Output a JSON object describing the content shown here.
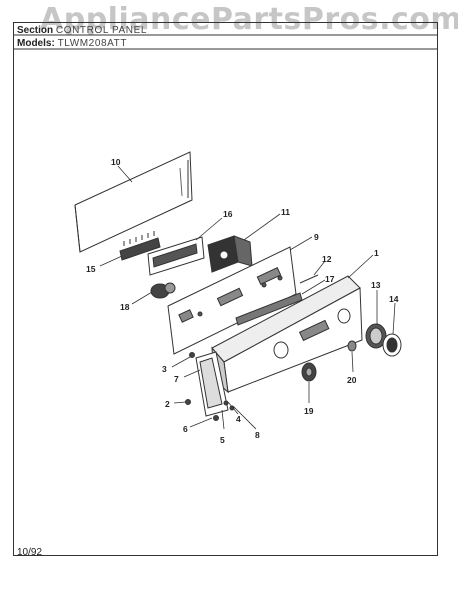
{
  "watermark": "AppliancePartsPros.com",
  "header": {
    "section_label": "Section",
    "section_value": "CONTROL PANEL",
    "models_label": "Models",
    "models_value": "TLWM208ATT"
  },
  "footer": {
    "date": "10/92"
  },
  "callouts": [
    "10",
    "16",
    "11",
    "9",
    "1",
    "12",
    "17",
    "15",
    "18",
    "13",
    "14",
    "3",
    "7",
    "2",
    "6",
    "5",
    "4",
    "8",
    "19",
    "20"
  ]
}
